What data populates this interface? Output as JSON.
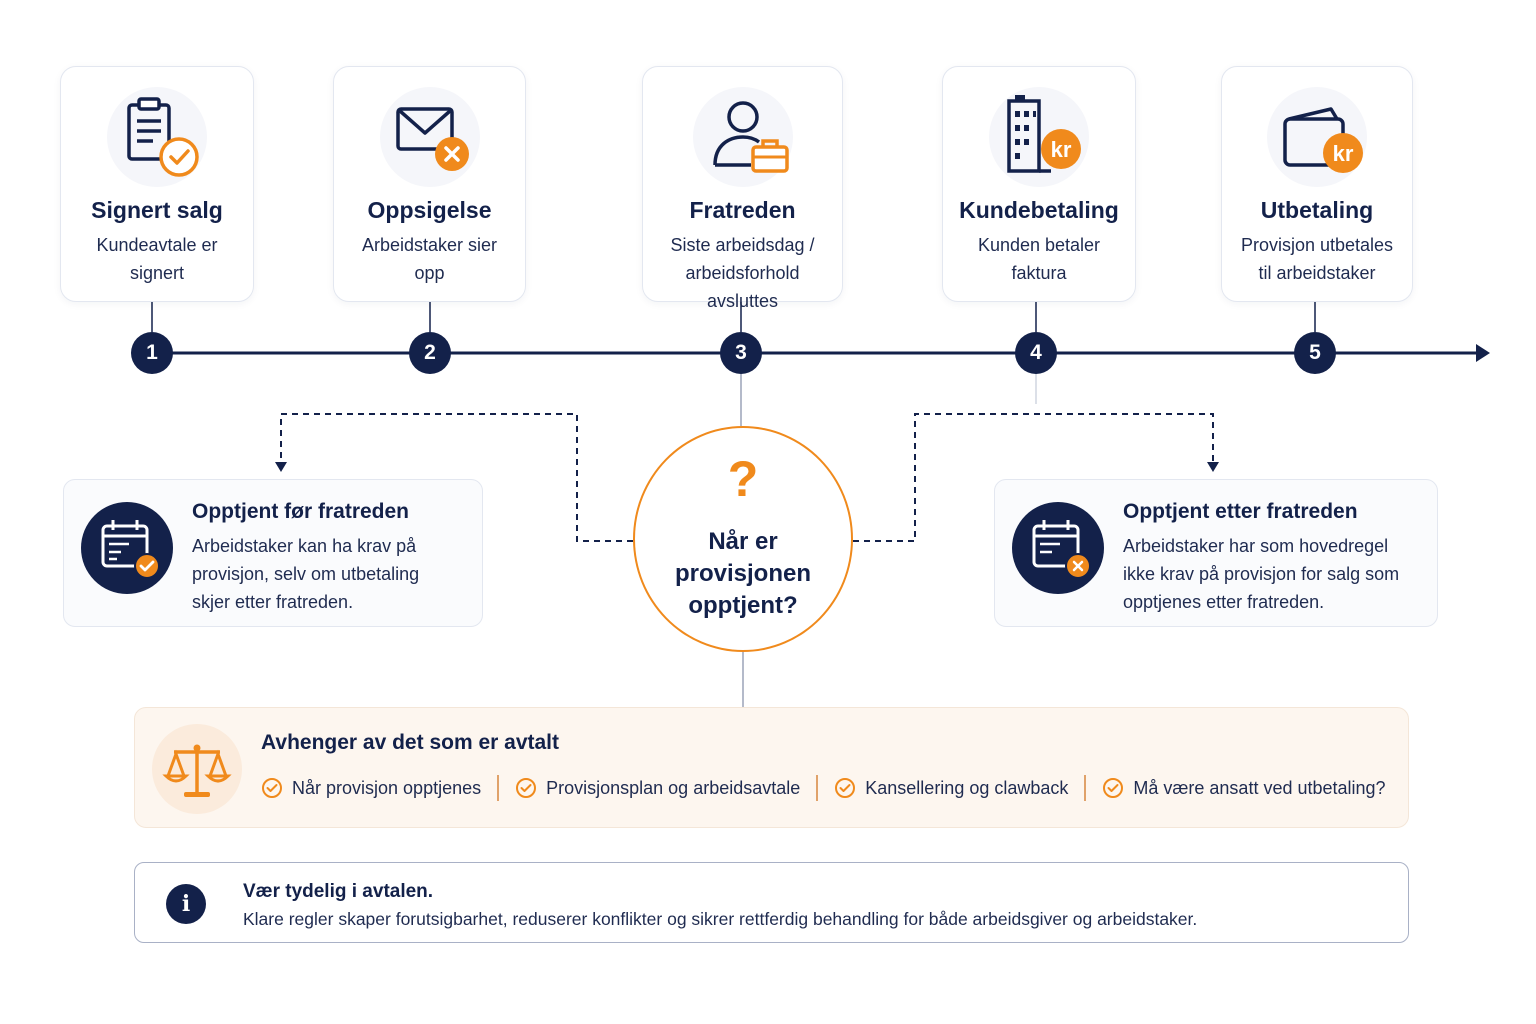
{
  "timeline": {
    "steps": [
      {
        "number": "1",
        "title": "Signert salg",
        "desc_line1": "Kundeavtale er",
        "desc_line2": "signert",
        "icon": "clipboard-check-icon"
      },
      {
        "number": "2",
        "title": "Oppsigelse",
        "desc_line1": "Arbeidstaker sier",
        "desc_line2": "opp",
        "icon": "envelope-x-icon"
      },
      {
        "number": "3",
        "title": "Fratreden",
        "desc_line1": "Siste arbeidsdag /",
        "desc_line2": "arbeidsforhold avsluttes",
        "icon": "person-briefcase-icon"
      },
      {
        "number": "4",
        "title": "Kundebetaling",
        "desc_line1": "Kunden betaler",
        "desc_line2": "faktura",
        "icon": "building-kr-icon"
      },
      {
        "number": "5",
        "title": "Utbetaling",
        "desc_line1": "Provisjon utbetales",
        "desc_line2": "til arbeidstaker",
        "icon": "wallet-kr-icon"
      }
    ],
    "currency_label": "kr"
  },
  "center": {
    "symbol": "?",
    "line1": "Når er",
    "line2": "provisjonen",
    "line3": "opptjent?"
  },
  "before": {
    "title": "Opptjent før fratreden",
    "line1": "Arbeidstaker kan ha krav på",
    "line2": "provisjon, selv om utbetaling",
    "line3": "skjer etter fratreden.",
    "icon": "calendar-check-icon"
  },
  "after": {
    "title": "Opptjent etter fratreden",
    "line1": "Arbeidstaker har som hovedregel",
    "line2": "ikke krav på provisjon for salg som",
    "line3": "opptjenes etter fratreden.",
    "icon": "calendar-x-icon"
  },
  "agreement": {
    "title": "Avhenger av det som er avtalt",
    "icon": "scale-icon",
    "items": [
      "Når provisjon opptjenes",
      "Provisjonsplan og arbeidsavtale",
      "Kansellering og clawback",
      "Må være ansatt ved utbetaling?"
    ]
  },
  "info": {
    "icon_label": "i",
    "title": "Vær tydelig i avtalen.",
    "text": "Klare regler skaper forutsigbarhet, reduserer konflikter og sikrer rettferdig behandling for både arbeidsgiver og arbeidstaker."
  },
  "colors": {
    "navy": "#13214a",
    "orange": "#f08a1c",
    "agreement_bg": "#fdf6ef"
  }
}
